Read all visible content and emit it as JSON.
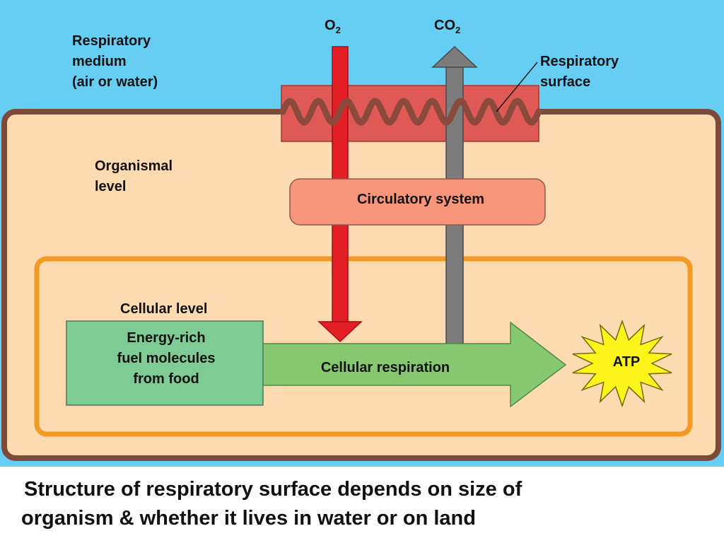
{
  "diagram": {
    "gases": {
      "o2": {
        "main": "O",
        "sub": "2"
      },
      "co2": {
        "main": "CO",
        "sub": "2"
      }
    },
    "respiratory_medium": [
      "Respiratory",
      "medium",
      "(air or water)"
    ],
    "respiratory_surface": [
      "Respiratory",
      "surface"
    ],
    "organismal_level": [
      "Organismal",
      "level"
    ],
    "circulatory_system": "Circulatory system",
    "cellular_level": "Cellular level",
    "fuel": [
      "Energy-rich",
      "fuel molecules",
      "from food"
    ],
    "cellular_respiration": "Cellular respiration",
    "atp": "ATP"
  },
  "caption": {
    "line1": "Structure of respiratory surface depends on size of",
    "line2": "organism & whether it lives in water or on land"
  },
  "colors": {
    "sky": "#66CDF3",
    "organism_fill": "#FDDAB0",
    "organism_border": "#7B4A3A",
    "cell_border": "#F39A25",
    "surface_fill": "#E05A55",
    "wave": "#8B4A3C",
    "o2_arrow": "#E31E25",
    "co2_arrow": "#7C7C7C",
    "circulatory_fill": "#F6957A",
    "fuel_fill": "#7FCB96",
    "respiration_arrow": "#85C870",
    "atp_fill": "#FFF31C"
  }
}
